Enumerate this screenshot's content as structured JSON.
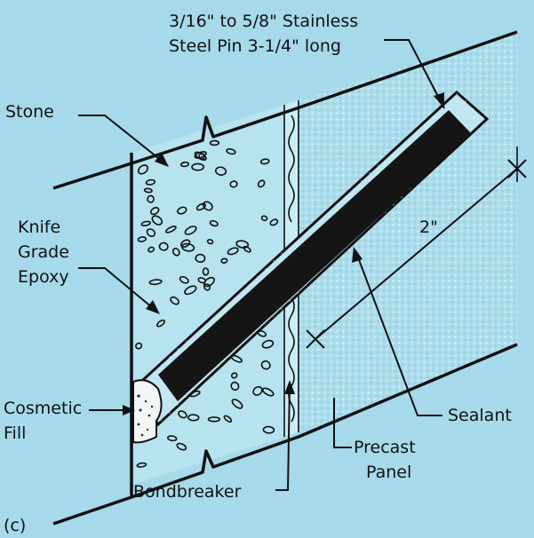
{
  "figure_tag": "(c)",
  "labels": {
    "pin_line1": "3/16\" to 5/8\" Stainless",
    "pin_line2": "Steel Pin 3-1/4\" long",
    "stone": "Stone",
    "knife_line1": "Knife",
    "knife_line2": "Grade",
    "knife_line3": "Epoxy",
    "cosmetic_line1": "Cosmetic",
    "cosmetic_line2": "Fill",
    "dimension": "2\"",
    "sealant": "Sealant",
    "precast_line1": "Precast",
    "precast_line2": "Panel",
    "bondbreaker": "Bondbreaker"
  },
  "colors": {
    "background": "#a6d9ea",
    "stone": "#b7e2ef",
    "panel": "#a9dbec",
    "pin": "#151515",
    "sealant": "#bfe6f2",
    "cosmetic_fill": "#f2f6f5",
    "line": "#111111"
  }
}
